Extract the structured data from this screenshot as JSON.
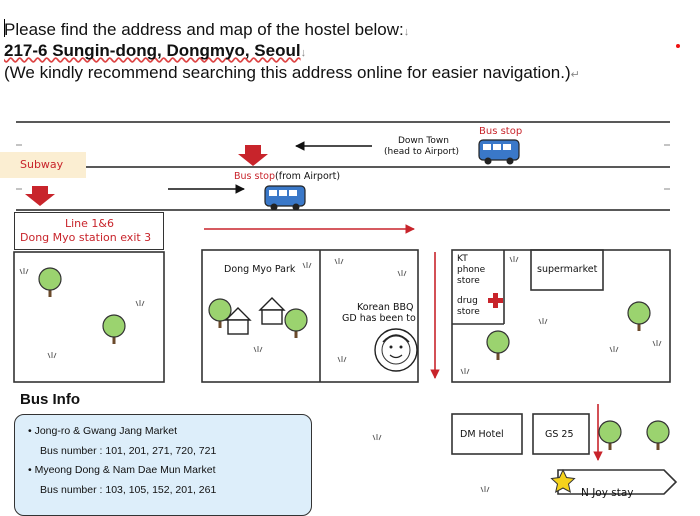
{
  "document": {
    "line1": "Please find the address and map of the hostel below:",
    "line2": "217-6 Sungin-dong, Dongmyo, Seoul",
    "line3": "(We kindly recommend searching this address online for easier navigation.)",
    "line_mark": "↓",
    "para_mark": "↵"
  },
  "map": {
    "subway_label": "Subway",
    "down_town_line1": "Down Town",
    "down_town_line2": "(head to Airport)",
    "bus_stop_label": "Bus stop",
    "bus_stop_airport_prefix": "Bus stop",
    "bus_stop_airport_suffix": "(from Airport)",
    "station_line1": "Line 1&6",
    "station_line2": "Dong Myo station exit 3",
    "dong_myo_park": "Dong Myo Park",
    "korean_bbq_line1": "Korean BBQ",
    "korean_bbq_line2": "GD has been to",
    "kt_line1": "KT",
    "kt_line2": "phone",
    "kt_line3": "store",
    "drug_line1": "drug",
    "drug_line2": "store",
    "supermarket": "supermarket",
    "dm_hotel": "DM Hotel",
    "gs25": "GS 25",
    "hostel": "N Joy stay"
  },
  "bus_info": {
    "title": "Bus Info",
    "routes": [
      {
        "name": "Jong-ro & Gwang Jang Market",
        "numbers": "Bus number : 101, 201, 271, 720, 721"
      },
      {
        "name": "Myeong Dong & Nam Dae Mun Market",
        "numbers": "Bus number : 103, 105, 152, 201, 261"
      }
    ]
  },
  "colors": {
    "accent_red": "#c8242b",
    "bus_blue": "#3a78c8",
    "tree_green": "#9bd36f",
    "panel_blue": "#ddeefa",
    "subway_tag": "#fbeed2",
    "star_yellow": "#f5d21c"
  },
  "icons": [
    "bus-icon",
    "tree-icon",
    "house-icon",
    "cross-icon",
    "face-icon",
    "star-icon",
    "arrow-icon"
  ]
}
